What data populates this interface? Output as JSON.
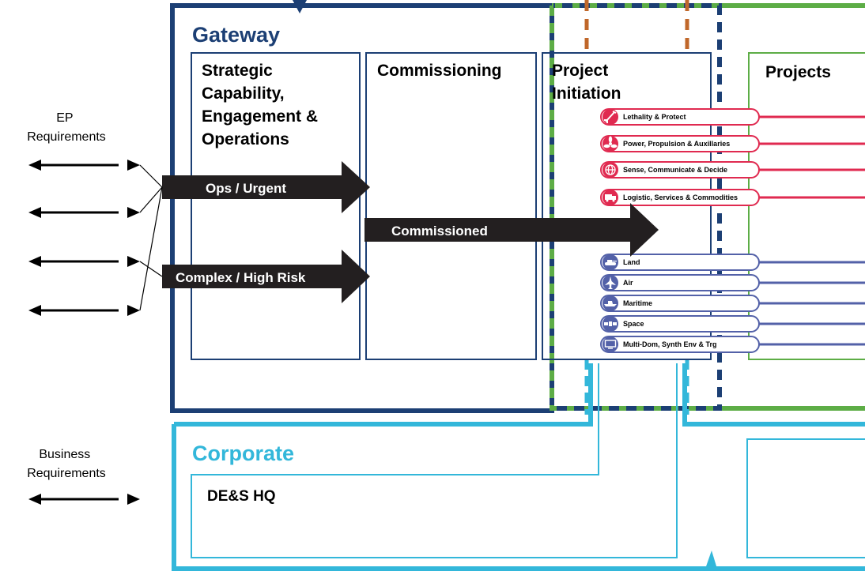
{
  "left_labels": {
    "ep_line1": "EP",
    "ep_line2": "Requirements",
    "biz_line1": "Business",
    "biz_line2": "Requirements"
  },
  "gateway": {
    "title": "Gateway",
    "col1": [
      "Strategic",
      "Capability,",
      "Engagement &",
      "Operations"
    ],
    "col2": "Commissioning",
    "col3": [
      "Project",
      "Initiation"
    ]
  },
  "projects": {
    "title": "Projects"
  },
  "arrows": {
    "ops": "Ops / Urgent",
    "complex": "Complex / High Risk",
    "commissioned": "Commissioned"
  },
  "functions": [
    {
      "label": "Lethality & Protect",
      "icon": "missile-icon"
    },
    {
      "label": "Power, Propulsion & Auxillaries",
      "icon": "propeller-icon"
    },
    {
      "label": "Sense, Communicate & Decide",
      "icon": "radar-globe-icon"
    },
    {
      "label": "Logistic, Services & Commodities",
      "icon": "truck-icon"
    }
  ],
  "domains": [
    {
      "label": "Land",
      "icon": "tank-icon"
    },
    {
      "label": "Air",
      "icon": "jet-icon"
    },
    {
      "label": "Maritime",
      "icon": "ship-icon"
    },
    {
      "label": "Space",
      "icon": "satellite-icon"
    },
    {
      "label": "Multi-Dom, Synth Env & Trg",
      "icon": "screen-icon"
    }
  ],
  "corporate": {
    "title": "Corporate",
    "hq": "DE&S HQ"
  },
  "colors": {
    "navy": "#1c3f74",
    "green": "#5dad46",
    "orange": "#c0672a",
    "cyan": "#33b7da",
    "red": "#e02a50",
    "blue": "#5361a8",
    "arrow": "#231f20"
  }
}
